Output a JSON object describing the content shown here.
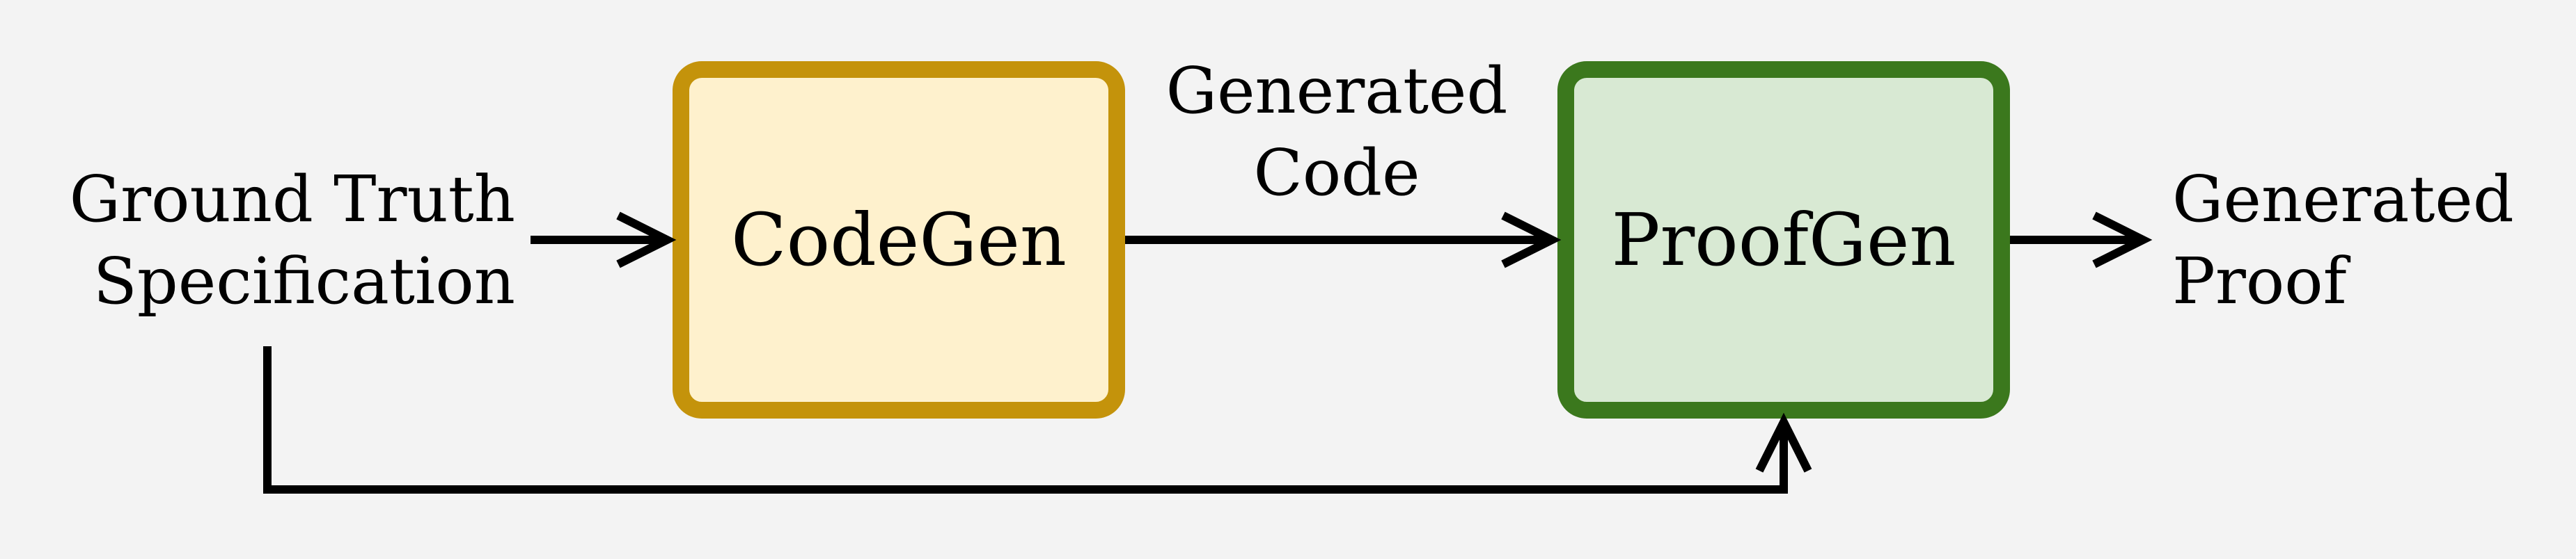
{
  "diagram": {
    "input": {
      "line1": "Ground Truth",
      "line2": "Specification"
    },
    "codegen": {
      "label": "CodeGen",
      "fill": "#fef1cd",
      "border": "#c4930b"
    },
    "generated_code": {
      "line1": "Generated",
      "line2": "Code"
    },
    "proofgen": {
      "label": "ProofGen",
      "fill": "#d8e9d3",
      "border": "#3b781d"
    },
    "generated_proof": {
      "line1": "Generated",
      "line2": "Proof"
    },
    "background": "#f3f3f3",
    "arrow_color": "#000000"
  }
}
